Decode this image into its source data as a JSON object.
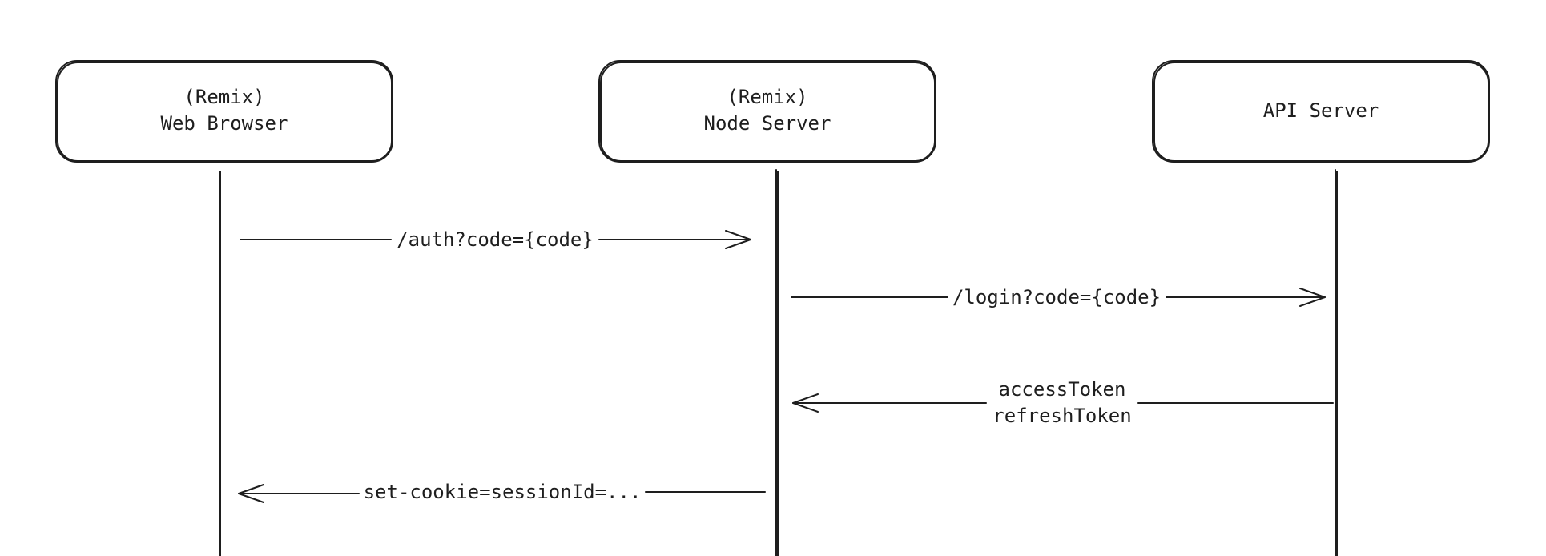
{
  "participants": [
    {
      "lines": [
        "(Remix)",
        "Web Browser"
      ]
    },
    {
      "lines": [
        "(Remix)",
        "Node Server"
      ]
    },
    {
      "lines": [
        "API Server"
      ]
    }
  ],
  "messages": [
    {
      "from": 0,
      "to": 1,
      "lines": [
        "/auth?code={code}"
      ]
    },
    {
      "from": 1,
      "to": 2,
      "lines": [
        "/login?code={code}"
      ]
    },
    {
      "from": 2,
      "to": 1,
      "lines": [
        "accessToken",
        "refreshToken"
      ]
    },
    {
      "from": 1,
      "to": 0,
      "lines": [
        "set-cookie=sessionId=..."
      ]
    }
  ],
  "style": {
    "stroke": "#1e1e1e",
    "background": "#ffffff"
  }
}
